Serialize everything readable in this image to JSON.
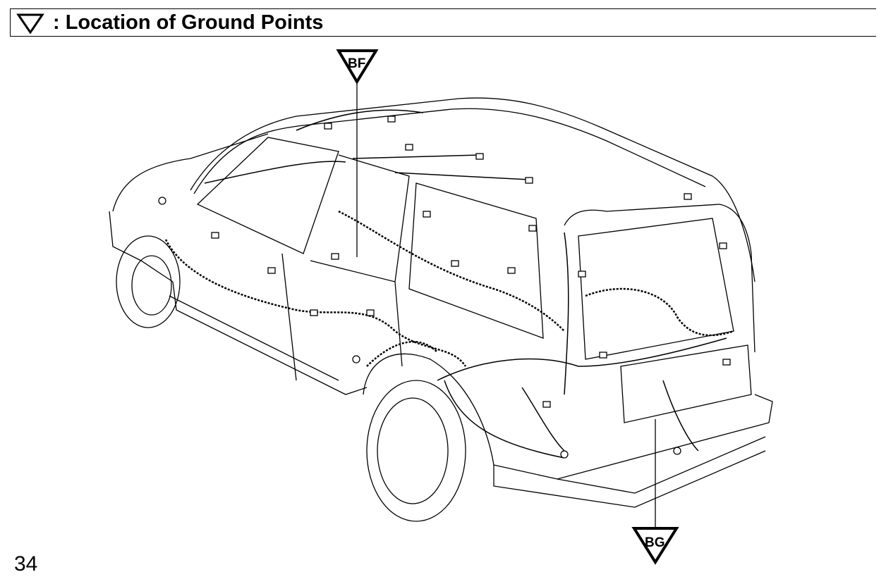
{
  "header": {
    "title": ": Location of Ground Points",
    "icon": "ground-point-triangle-icon"
  },
  "ground_points": [
    {
      "label": "BF"
    },
    {
      "label": "BG"
    }
  ],
  "footer": {
    "page_number": "34"
  }
}
